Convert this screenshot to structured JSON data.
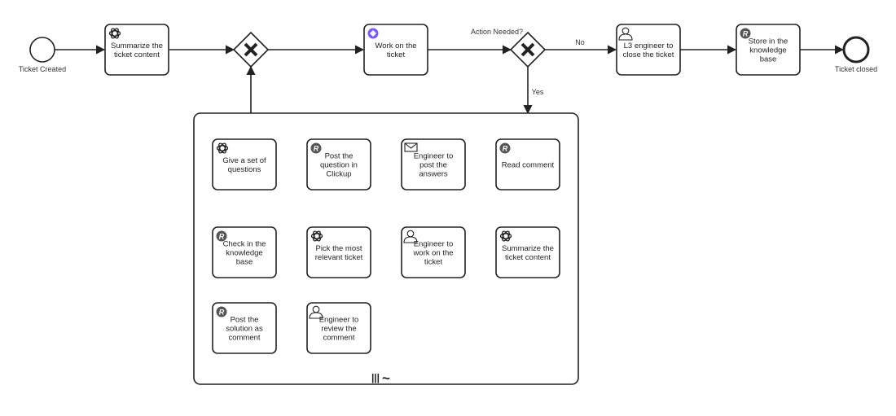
{
  "start_event": {
    "label": "Ticket Created"
  },
  "end_event": {
    "label": "Ticket closed"
  },
  "main_tasks": {
    "summarize": [
      "Summarize the",
      "ticket content"
    ],
    "work": [
      "Work on the",
      "ticket"
    ],
    "l3_close": [
      "L3 engineer to",
      "close the ticket"
    ],
    "store_kb": [
      "Store in the",
      "knowledge",
      "base"
    ]
  },
  "gateway_decision": {
    "label": "Action Needed?",
    "no_label": "No",
    "yes_label": "Yes"
  },
  "subprocess": {
    "tasks": {
      "give_questions": [
        "Give a set of",
        "questions"
      ],
      "post_clickup": [
        "Post the",
        "question in",
        "Clickup"
      ],
      "engineer_answers": [
        "Engineer to",
        "post the",
        "answers"
      ],
      "read_comment": [
        "Read comment"
      ],
      "check_kb": [
        "Check in the",
        "knowledge",
        "base"
      ],
      "pick_ticket": [
        "Pick the most",
        "relevant ticket"
      ],
      "engineer_work": [
        "Engineer to",
        "work on the",
        "ticket"
      ],
      "summarize_sub": [
        "Summarize the",
        "ticket content"
      ],
      "post_solution": [
        "Post the",
        "solution as",
        "comment"
      ],
      "engineer_review": [
        "Engineer to",
        "review the",
        "comment"
      ]
    },
    "marker": [
      "|||",
      "~"
    ]
  },
  "icons": {
    "summarize": "openai-icon",
    "work": "purple-diamond-icon",
    "l3_close": "user-icon",
    "store_kb": "r-badge-icon",
    "give_questions": "openai-icon",
    "post_clickup": "r-badge-icon",
    "engineer_answers": "envelope-icon",
    "read_comment": "r-badge-icon",
    "check_kb": "r-badge-icon",
    "pick_ticket": "openai-icon",
    "engineer_work": "user-icon",
    "summarize_sub": "openai-icon",
    "post_solution": "r-badge-icon",
    "engineer_review": "user-icon"
  },
  "colors": {
    "stroke": "#222222",
    "accent_purple": "#7b5cf0",
    "badge_dark": "#555555"
  }
}
